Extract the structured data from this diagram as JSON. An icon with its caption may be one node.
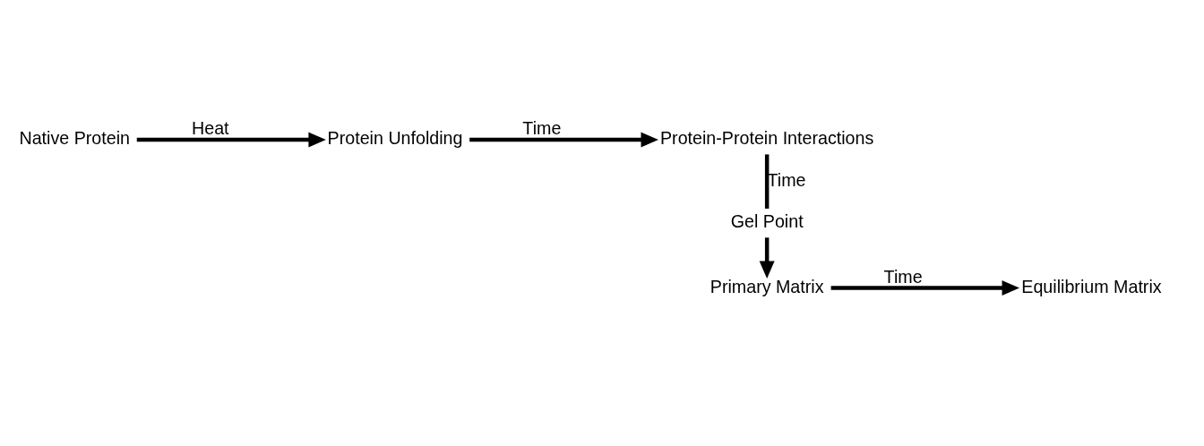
{
  "diagram": {
    "nodes": [
      {
        "text": [
          "Native Protein"
        ]
      },
      {
        "text": [
          "Protein Unfolding"
        ]
      },
      {
        "text": [
          "Protein-Protein Interactions"
        ]
      },
      {
        "text": [
          "Gel Point"
        ]
      },
      {
        "text": [
          "Primary Matrix"
        ]
      },
      {
        "text": [
          "Equilibrium Matrix"
        ]
      }
    ],
    "edges": [
      {
        "from": 0,
        "to": 1,
        "arrow": "to",
        "label": "Heat"
      },
      {
        "from": 1,
        "to": 2,
        "arrow": "to",
        "label": "Time"
      },
      {
        "from": 2,
        "to": 3,
        "arrow": "none",
        "label": "Time"
      },
      {
        "from": 3,
        "to": 4,
        "arrow": "to"
      },
      {
        "from": 4,
        "to": 5,
        "arrow": "to",
        "label": "Time"
      }
    ]
  }
}
